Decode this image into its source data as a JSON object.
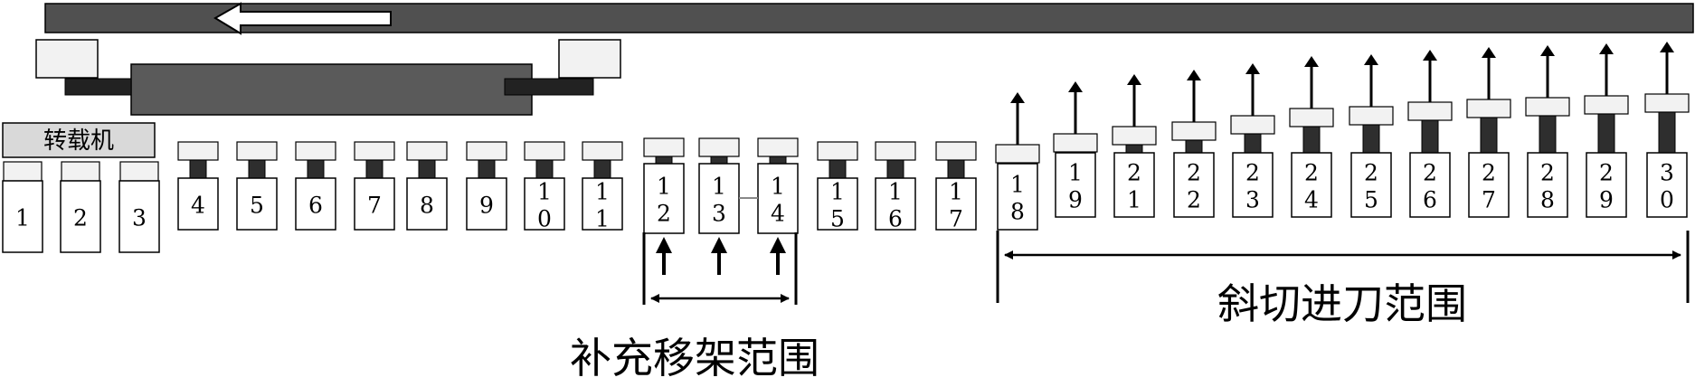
{
  "diagram": {
    "transfer_label": "转载机",
    "range_refill_label": "补充移架范围",
    "range_bevel_label": "斜切进刀范围",
    "support_numbers": [
      "1",
      "2",
      "3",
      "4",
      "5",
      "6",
      "7",
      "8",
      "9",
      "10",
      "11",
      "12",
      "13",
      "14",
      "15",
      "16",
      "17",
      "18",
      "19",
      "21",
      "22",
      "23",
      "24",
      "25",
      "26",
      "27",
      "28",
      "29",
      "30"
    ],
    "advanced_supports": [
      "12",
      "13",
      "14"
    ],
    "raised_supports": [
      "18",
      "19",
      "21",
      "22",
      "23",
      "24",
      "25",
      "26",
      "27",
      "28",
      "29",
      "30"
    ],
    "shearer_direction": "left"
  },
  "colors": {
    "conveyor": "#505050",
    "shearer_body": "#5a5a5a",
    "shearer_arm": "#222222",
    "support_cap": "#f2f2f2",
    "support_stem": "#2e2e2e",
    "transfer_fill": "#d9d9d9"
  }
}
